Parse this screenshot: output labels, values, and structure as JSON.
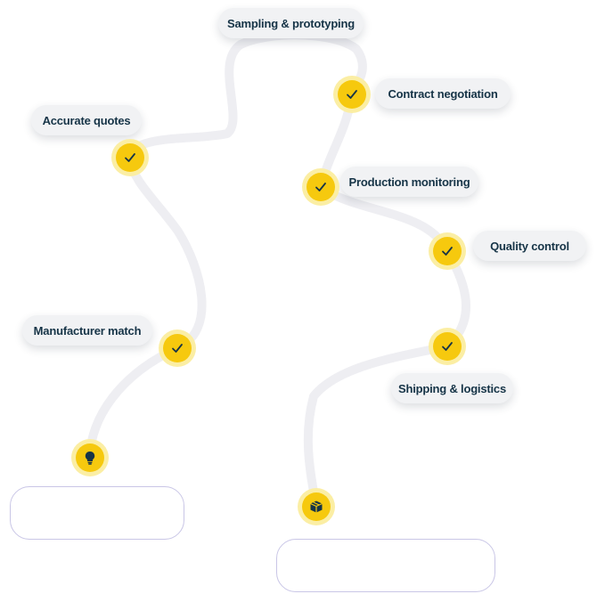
{
  "colors": {
    "path": "#eeeef2",
    "node_fill": "#f6c90e",
    "node_halo": "#fbeea4",
    "label_text": "#163447",
    "pill_bg": "#f1f2f4",
    "box_border": "#c9c6e6"
  },
  "steps": [
    {
      "id": "manufacturer-match",
      "label": "Manufacturer match",
      "icon": "check-icon",
      "completed": true
    },
    {
      "id": "accurate-quotes",
      "label": "Accurate quotes",
      "icon": "check-icon",
      "completed": true
    },
    {
      "id": "sampling-prototyping",
      "label": "Sampling & prototyping",
      "icon": "",
      "completed": true
    },
    {
      "id": "contract-negotiation",
      "label": "Contract negotiation",
      "icon": "check-icon",
      "completed": true
    },
    {
      "id": "production-monitoring",
      "label": "Production monitoring",
      "icon": "check-icon",
      "completed": true
    },
    {
      "id": "quality-control",
      "label": "Quality control",
      "icon": "check-icon",
      "completed": true
    },
    {
      "id": "shipping-logistics",
      "label": "Shipping & logistics",
      "icon": "check-icon",
      "completed": true
    }
  ],
  "start_node": {
    "icon": "lightbulb-icon"
  },
  "end_node": {
    "icon": "package-icon"
  }
}
